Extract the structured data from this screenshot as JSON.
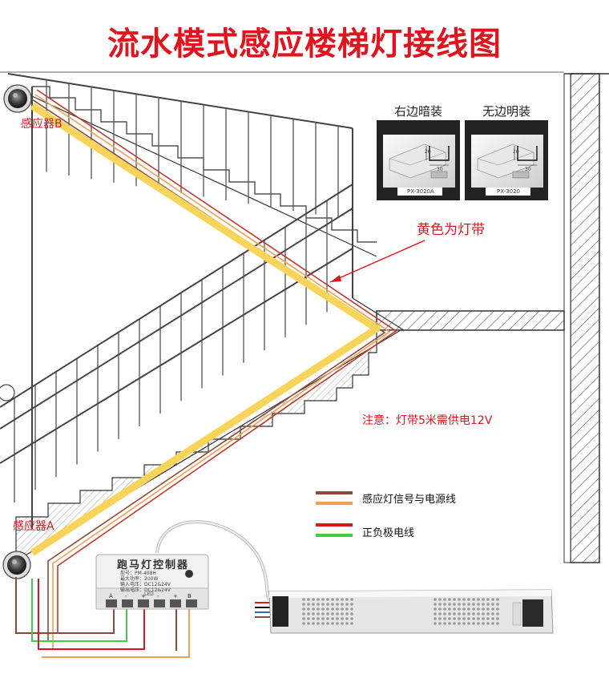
{
  "title": "流水模式感应楼梯灯接线图",
  "sensors": {
    "b_label": "感应器B",
    "a_label": "感应器A"
  },
  "profiles": [
    {
      "caption": "右边暗装",
      "model": "PX-3020A",
      "dim_h": "20",
      "dim_w": "30"
    },
    {
      "caption": "无边明装",
      "model": "PX-3020",
      "dim_h": "20",
      "dim_w": "30"
    }
  ],
  "annotation": "黄色为灯带",
  "note": "注意：灯带5米需供电12V",
  "legend": [
    {
      "label": "感应灯信号与电源线",
      "colors": [
        "#8b4a3c",
        "#f0a050"
      ]
    },
    {
      "label": "正负极电线",
      "colors": [
        "#e0141e",
        "#44cc44"
      ]
    }
  ],
  "controller": {
    "title": "跑马灯控制器",
    "specs": [
      "型号：PM-408H",
      "最大功率：200W",
      "输入电压：DC12&24V",
      "输出电压：DC12&24V"
    ],
    "led_label": "LED",
    "port_labels": [
      "A",
      "-",
      "+",
      "-",
      "+",
      "B"
    ]
  },
  "colors": {
    "title": "#e0141e",
    "strip": "#f8d45a",
    "signal_wire": "#8b4a3c",
    "power_wire": "#f0a050",
    "positive": "#e0141e",
    "negative": "#44cc44"
  }
}
